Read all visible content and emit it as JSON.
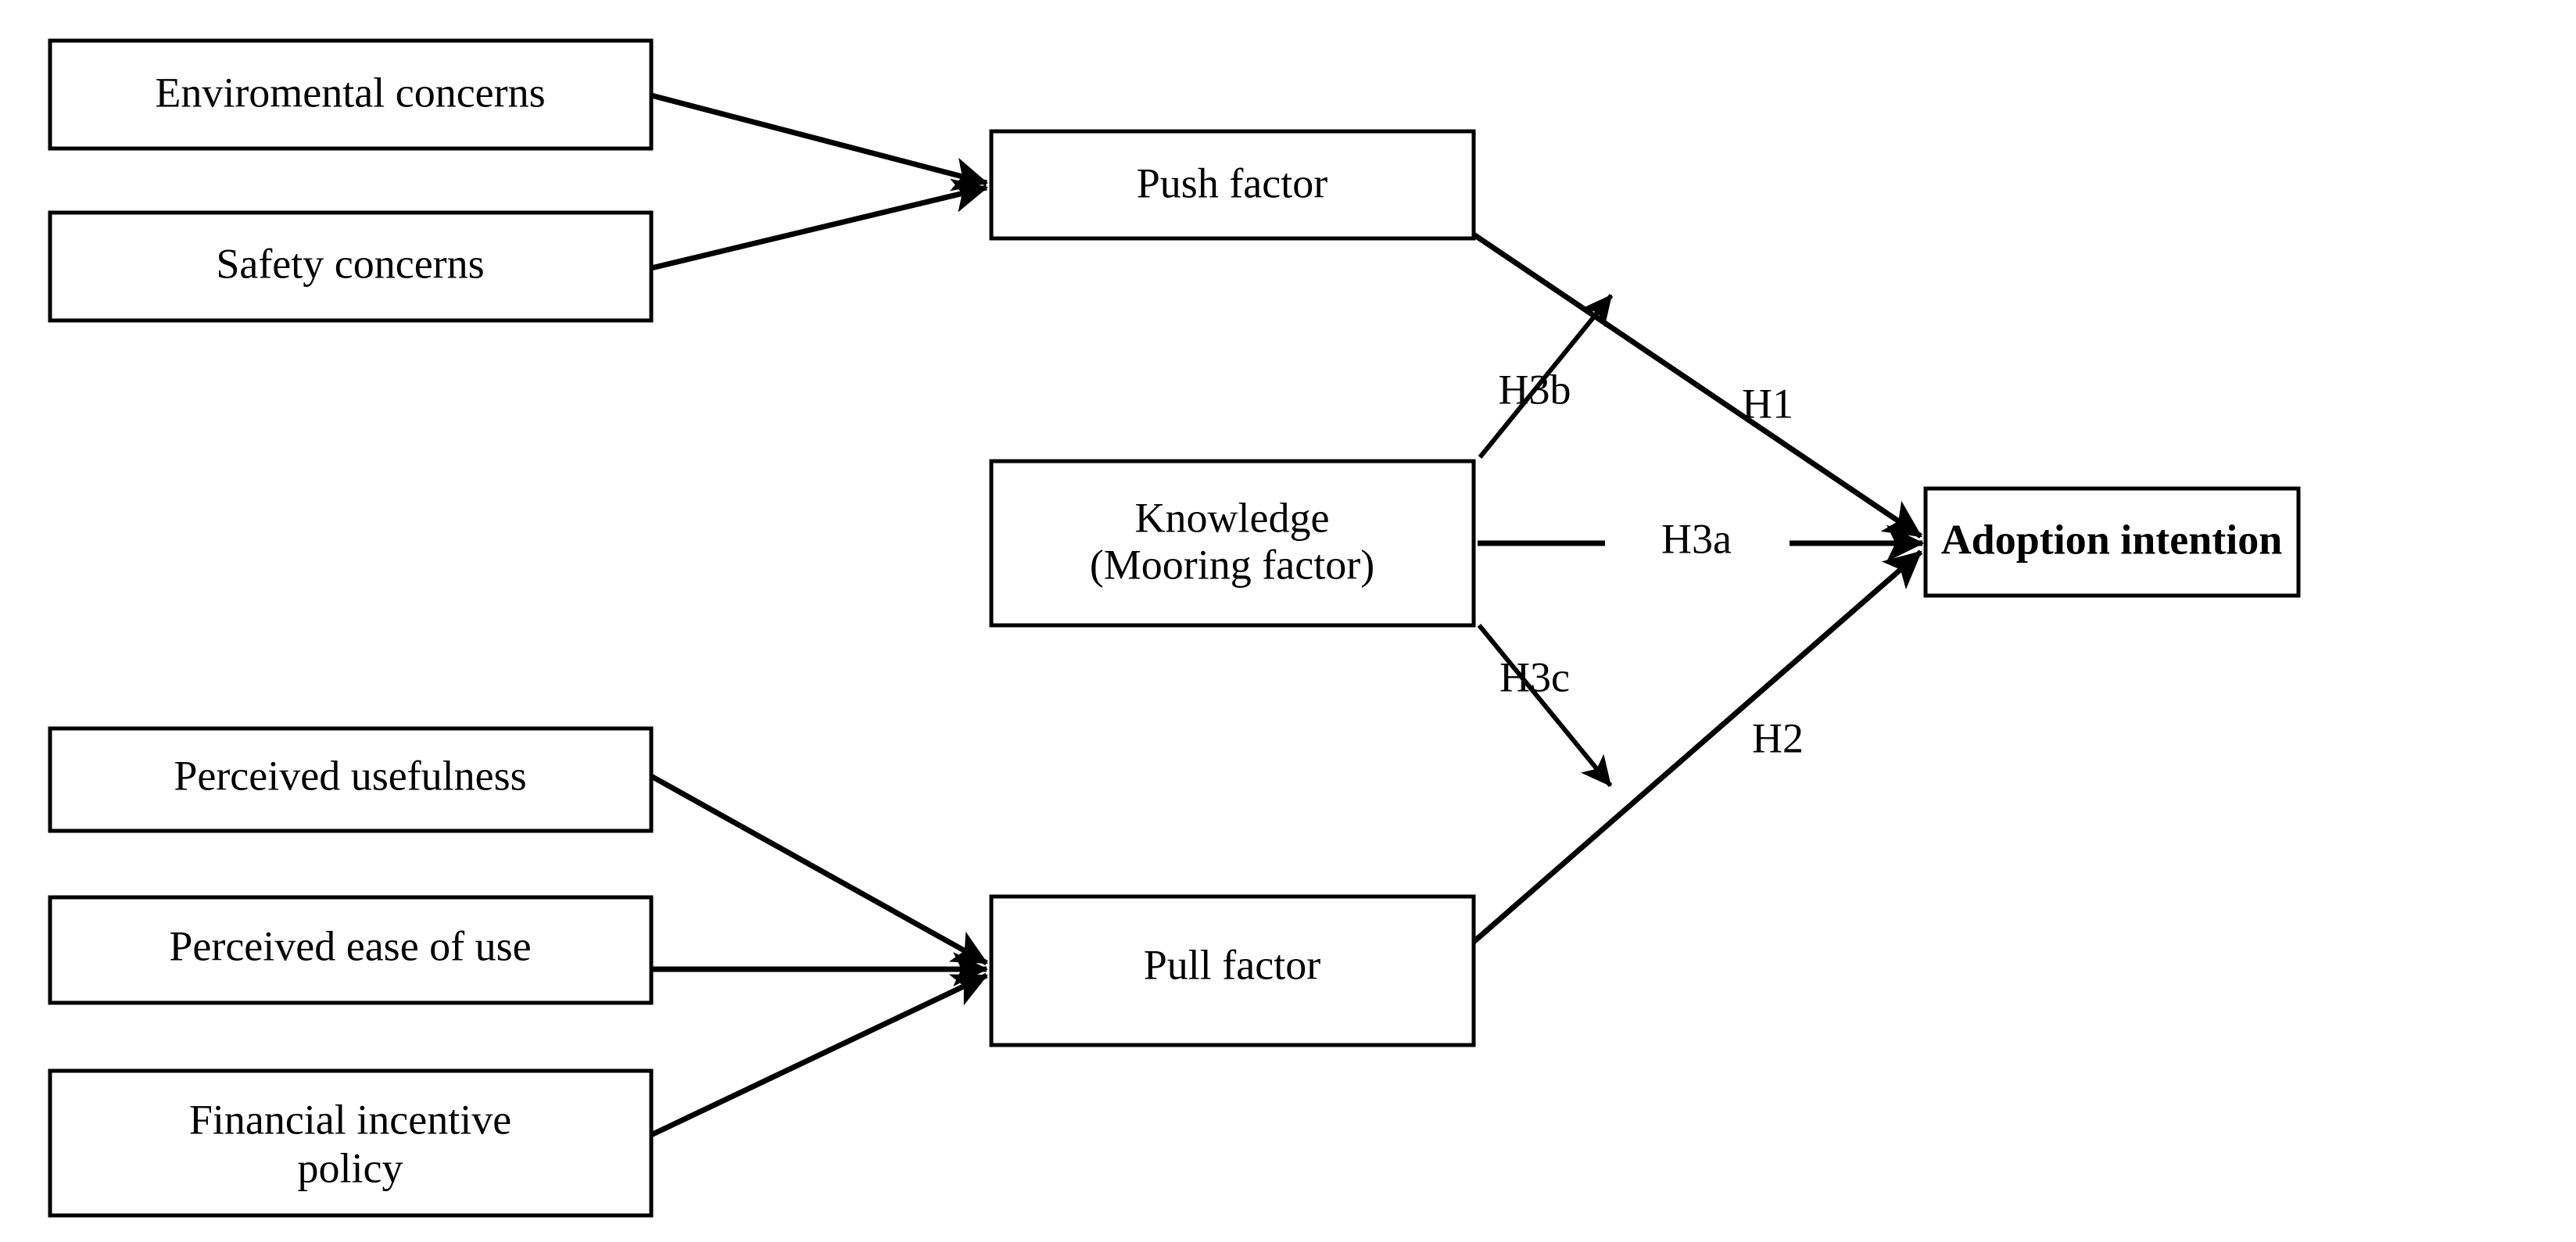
{
  "diagram": {
    "type": "research-model-path-diagram",
    "background_color": "#ffffff",
    "line_color": "#000000",
    "nodes": {
      "environmental_concerns": "Enviromental concerns",
      "safety_concerns": "Safety concerns",
      "push_factor": "Push factor",
      "knowledge_mooring_line1": "Knowledge",
      "knowledge_mooring_line2": "(Mooring factor)",
      "perceived_usefulness": "Perceived usefulness",
      "perceived_ease_of_use": "Perceived ease of use",
      "financial_incentive_line1": "Financial incentive",
      "financial_incentive_line2": "policy",
      "pull_factor": "Pull factor",
      "adoption_intention": "Adoption intention"
    },
    "edge_labels": {
      "h1": "H1",
      "h2": "H2",
      "h3a": "H3a",
      "h3b": "H3b",
      "h3c": "H3c"
    }
  }
}
